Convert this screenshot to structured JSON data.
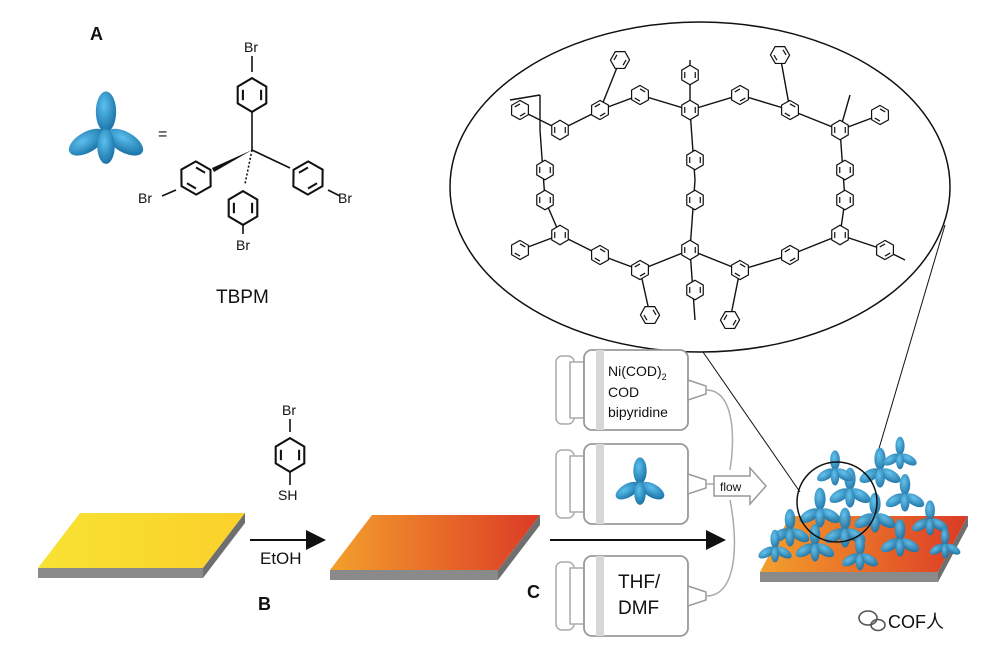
{
  "panels": {
    "a": "A",
    "b": "B",
    "c": "C"
  },
  "molecule": {
    "equals": "=",
    "name": "TBPM",
    "substituent": "Br",
    "thiol_reagent": {
      "top": "Br",
      "bottom": "SH"
    }
  },
  "reaction": {
    "solvent": "EtOH"
  },
  "syringes": {
    "s1": {
      "line1": "Ni(COD)",
      "sub": "2",
      "line2": "COD",
      "line3": "bipyridine"
    },
    "s3": {
      "line1": "THF/",
      "line2": "DMF"
    }
  },
  "flow_label": "flow",
  "watermark": "COF人",
  "colors": {
    "monomer_blue": "#1e8fc7",
    "slab_yellow": "#f7e233",
    "slab_orange": "#f39a2a",
    "slab_red": "#dc3a26",
    "slab_side": "#888888"
  }
}
